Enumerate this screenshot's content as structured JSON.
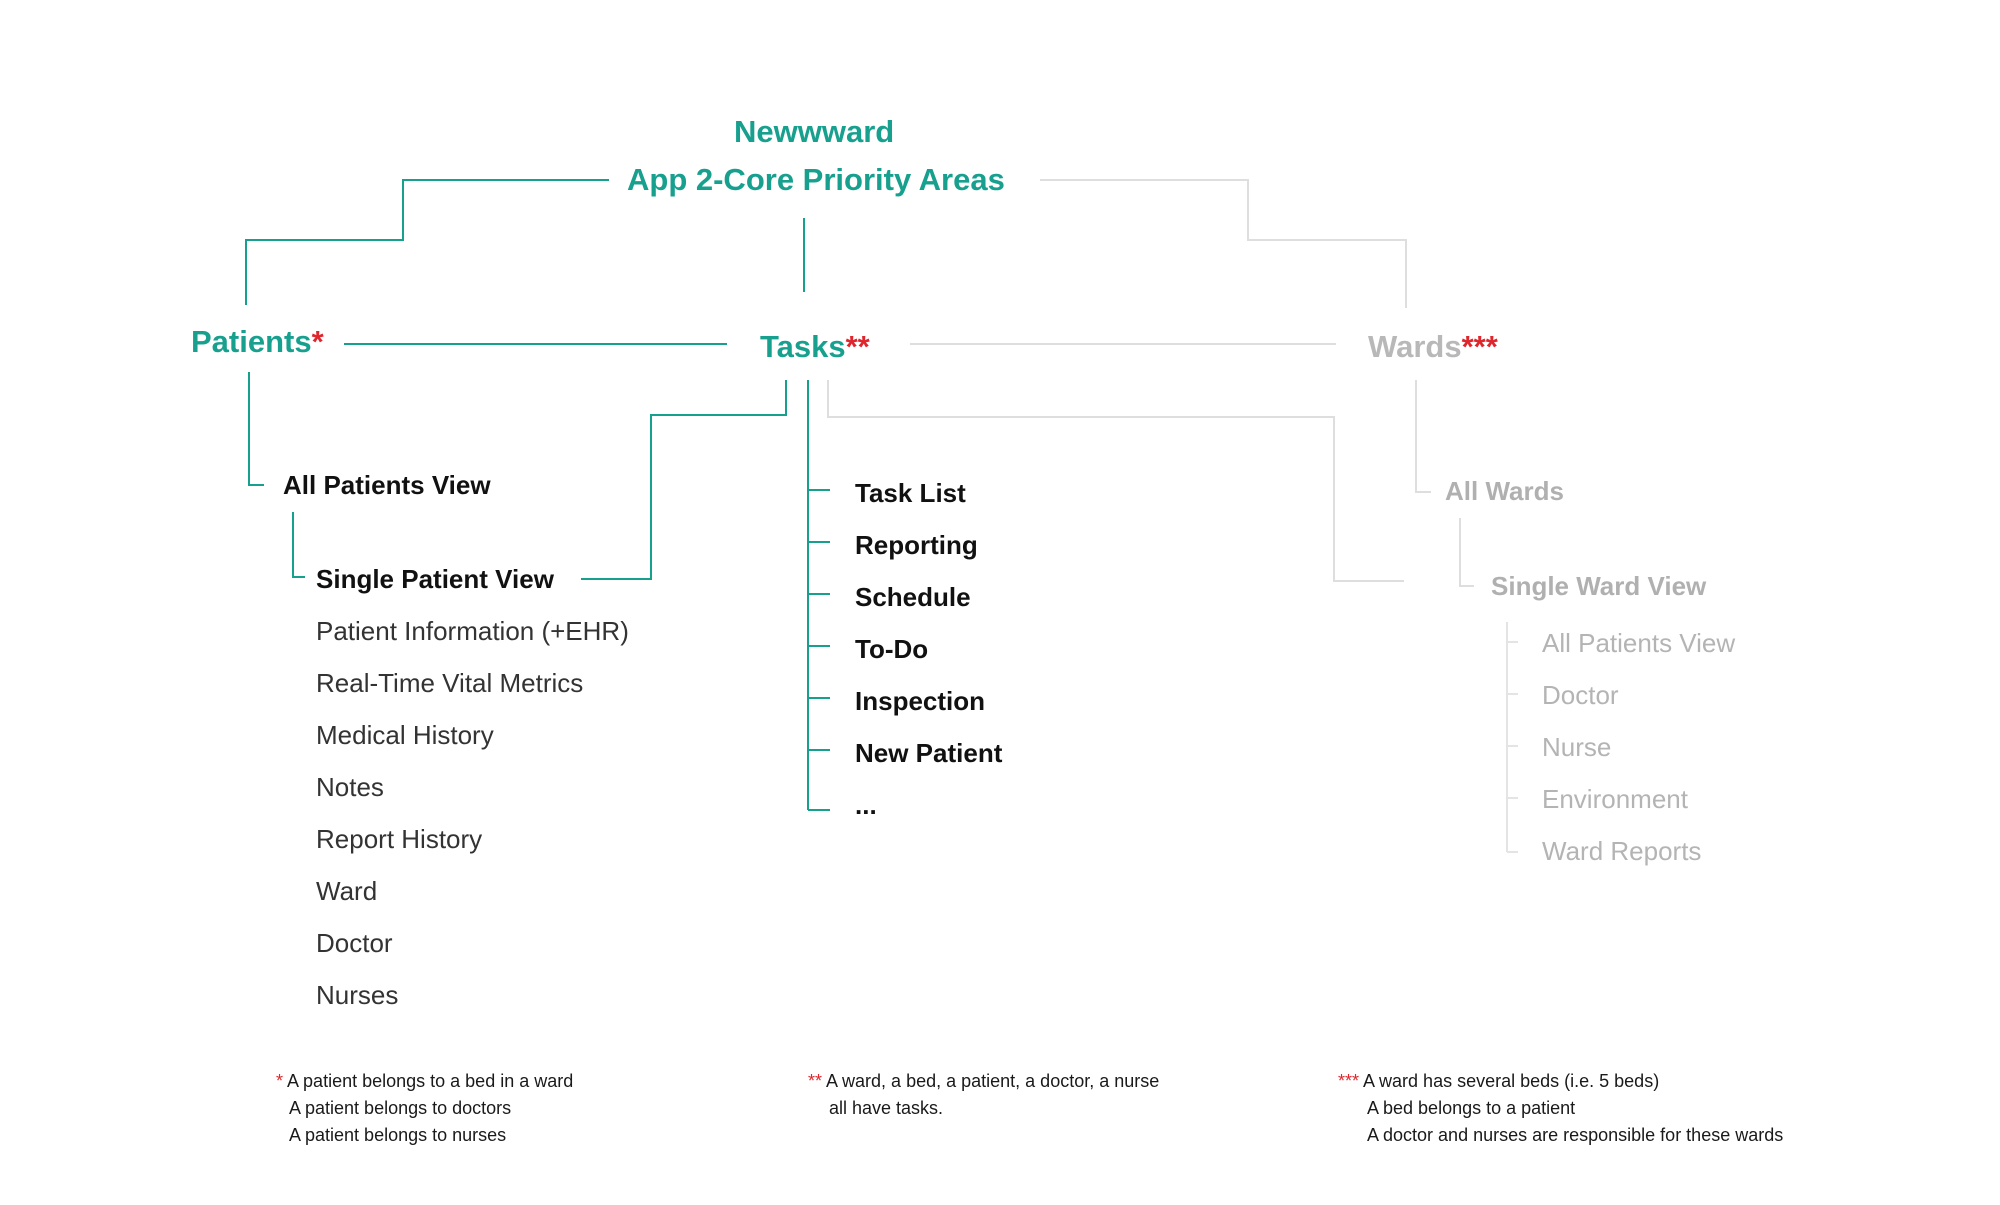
{
  "title": {
    "line1": "Newwward",
    "line2": "App 2-Core Priority Areas"
  },
  "colors": {
    "teal": "#18a08f",
    "star_red": "#e0262d",
    "grey": "#b8b8b8",
    "black": "#111111"
  },
  "patients": {
    "label": "Patients",
    "star": "*",
    "all_view": "All Patients View",
    "single_view": "Single Patient View",
    "items": [
      "Patient Information (+EHR)",
      "Real-Time Vital Metrics",
      "Medical History",
      "Notes",
      "Report History",
      "Ward",
      "Doctor",
      "Nurses"
    ]
  },
  "tasks": {
    "label": "Tasks",
    "star": "**",
    "items": [
      "Task List",
      "Reporting",
      "Schedule",
      "To-Do",
      "Inspection",
      "New Patient",
      "..."
    ]
  },
  "wards": {
    "label": "Wards",
    "star": "***",
    "all_wards": "All Wards",
    "single_view": "Single Ward View",
    "items": [
      "All Patients View",
      "Doctor",
      "Nurse",
      "Environment",
      "Ward Reports"
    ]
  },
  "footnotes": {
    "patients": {
      "star": "*",
      "lines": [
        "A patient belongs to a bed in a ward",
        "A patient belongs to doctors",
        "A patient belongs to nurses"
      ]
    },
    "tasks": {
      "star": "**",
      "lines": [
        "A ward, a bed, a patient, a doctor, a nurse",
        "all have tasks."
      ]
    },
    "wards": {
      "star": "***",
      "lines": [
        "A ward has several beds (i.e. 5 beds)",
        "A bed belongs to a patient",
        "A doctor and nurses are responsible for these wards"
      ]
    }
  }
}
